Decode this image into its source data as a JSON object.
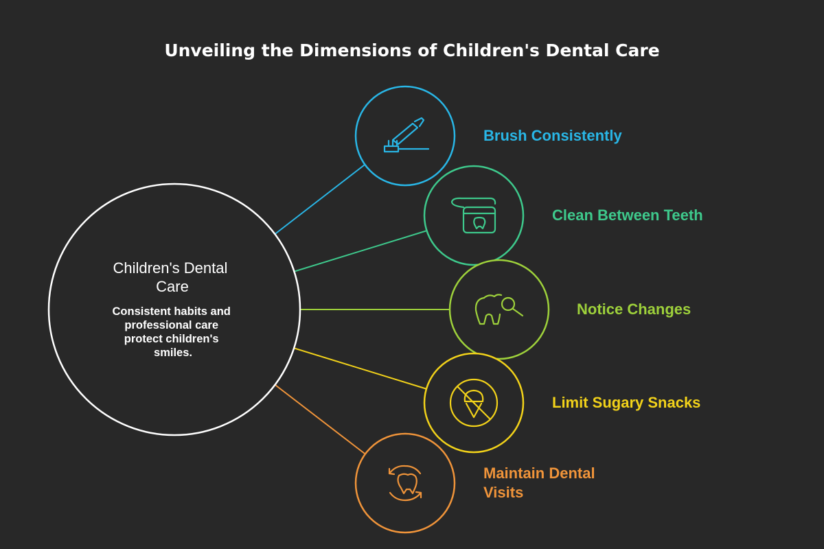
{
  "title": "Unveiling the Dimensions of Children's Dental Care",
  "colors": {
    "background": "#282828",
    "title": "#ffffff",
    "center": "#ffffff"
  },
  "center": {
    "title_lines": [
      "Children's Dental",
      "Care"
    ],
    "description_lines": [
      "Consistent habits and",
      "professional care",
      "protect children's",
      "smiles."
    ]
  },
  "branches": [
    {
      "label_lines": [
        "Brush Consistently"
      ],
      "color": "#29b6e6",
      "icon": "toothbrush-toothpaste-icon"
    },
    {
      "label_lines": [
        "Clean Between Teeth"
      ],
      "color": "#3ec98c",
      "icon": "dental-floss-icon"
    },
    {
      "label_lines": [
        "Notice Changes"
      ],
      "color": "#9ed13b",
      "icon": "tooth-magnifier-icon"
    },
    {
      "label_lines": [
        "Limit Sugary Snacks"
      ],
      "color": "#f2d21a",
      "icon": "no-ice-cream-icon"
    },
    {
      "label_lines": [
        "Maintain Dental",
        "Visits"
      ],
      "color": "#f0943a",
      "icon": "tooth-cycle-icon"
    }
  ]
}
